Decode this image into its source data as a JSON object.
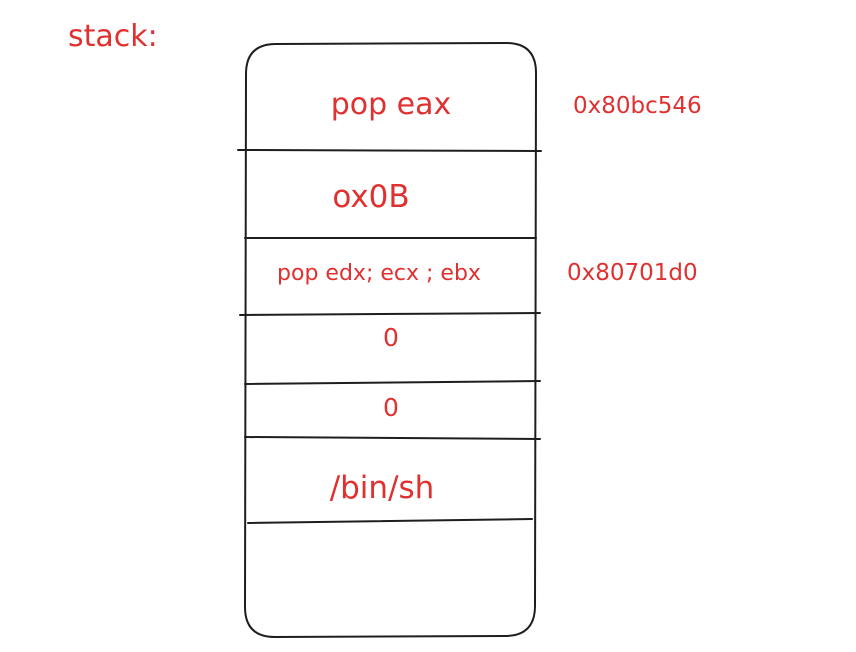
{
  "title": "stack:",
  "stack": [
    {
      "label": "pop eax",
      "address": "0x80bc546"
    },
    {
      "label": "ox0B",
      "address": ""
    },
    {
      "label": "pop edx; ecx ; ebx",
      "address": "0x80701d0"
    },
    {
      "label": "0",
      "address": ""
    },
    {
      "label": "0",
      "address": ""
    },
    {
      "label": "/bin/sh",
      "address": ""
    },
    {
      "label": "",
      "address": ""
    }
  ],
  "colors": {
    "text": "#e03131",
    "stroke": "#1e1e1e"
  }
}
